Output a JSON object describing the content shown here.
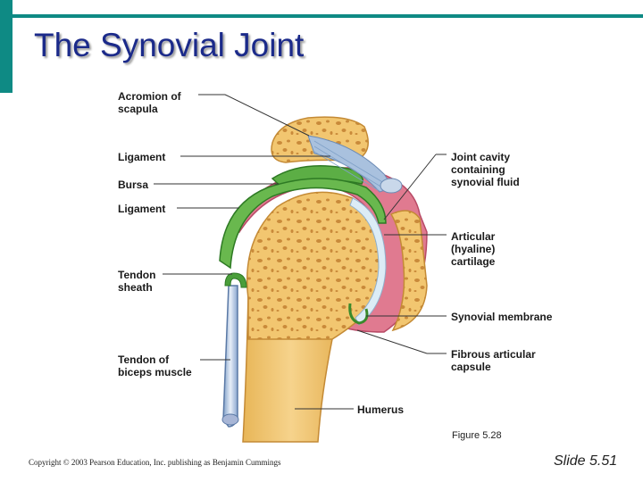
{
  "title": "The Synovial Joint",
  "colors": {
    "accent": "#0e8a84",
    "title": "#1b2a8a",
    "bone": "#f2c670",
    "bone_dark": "#d99a3a",
    "ligament": "#9bb8d8",
    "bursa": "#4a9e3a",
    "capsule": "#d8607a"
  },
  "labels": {
    "acromion": [
      "Acromion of",
      "scapula"
    ],
    "ligament_top": [
      "Ligament"
    ],
    "bursa": [
      "Bursa"
    ],
    "ligament_mid": [
      "Ligament"
    ],
    "tendon_sheath": [
      "Tendon",
      "sheath"
    ],
    "tendon_biceps": [
      "Tendon of",
      "biceps muscle"
    ],
    "joint_cavity": [
      "Joint cavity",
      "containing",
      "synovial fluid"
    ],
    "articular_cartilage": [
      "Articular",
      "(hyaline)",
      "cartilage"
    ],
    "synovial_membrane": [
      "Synovial membrane"
    ],
    "fibrous_capsule": [
      "Fibrous articular",
      "capsule"
    ],
    "humerus": [
      "Humerus"
    ]
  },
  "figure_caption": "Figure 5.28",
  "copyright": "Copyright © 2003 Pearson Education, Inc. publishing as Benjamin Cummings",
  "slide_number": "Slide 5.51"
}
